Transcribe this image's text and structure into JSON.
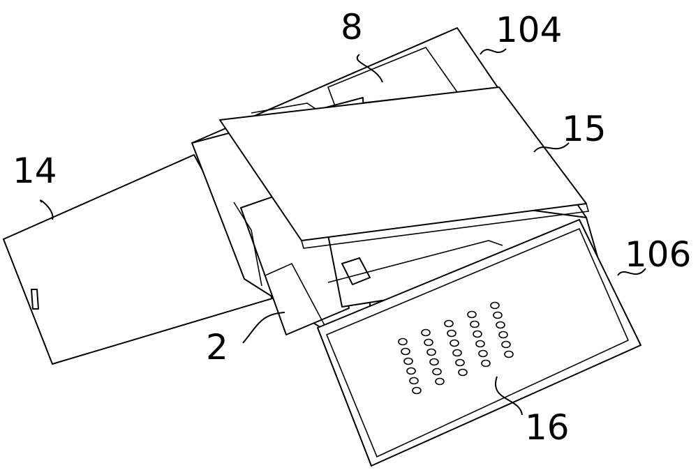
{
  "labels": {
    "plate_14": "14",
    "part_8": "8",
    "part_104": "104",
    "lid_15": "15",
    "part_106": "106",
    "part_2": "2",
    "holes_16": "16"
  },
  "colors": {
    "line": "#000000",
    "background": "#ffffff"
  }
}
